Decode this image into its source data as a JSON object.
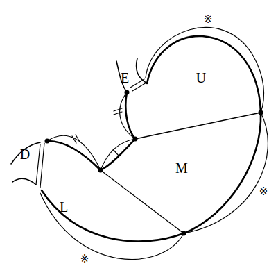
{
  "diagram": {
    "labels": [
      "E",
      "U",
      "M",
      "L",
      "D",
      "※",
      "※",
      "※"
    ]
  }
}
